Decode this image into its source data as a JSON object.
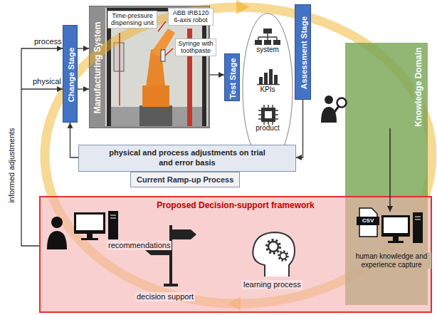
{
  "diagram": {
    "nodes": [
      {
        "text": [
          "Change Stage"
        ]
      },
      {
        "text": [
          "Manufacturing System"
        ]
      },
      {
        "text": [
          "Test Stage"
        ]
      },
      {
        "text": [
          "system",
          "KPIs",
          "product"
        ]
      },
      {
        "text": [
          "Assessment Stage"
        ]
      },
      {
        "text": [
          "Knowledge Domain"
        ]
      },
      {
        "text": [
          "physical and process adjustments on trial and error basis"
        ]
      },
      {
        "text": [
          "Current Ramp-up Process"
        ]
      },
      {
        "text": [
          "Proposed Decision-support framework"
        ]
      }
    ],
    "edges": [
      {
        "from": 0,
        "to": 1,
        "arrow": "to"
      },
      {
        "from": 0,
        "to": 1,
        "arrow": "to"
      },
      {
        "from": 1,
        "to": 2,
        "arrow": "to"
      },
      {
        "from": 4,
        "to": 6,
        "arrow": "to"
      },
      {
        "from": 6,
        "to": 0,
        "arrow": "to"
      },
      {
        "from": 8,
        "to": 0,
        "label": "informed adjustments",
        "arrow": "to"
      }
    ],
    "labels": [
      "process",
      "physical",
      "Time-pressure dispensing unit",
      "ABB IRB120 6-axis robot",
      "Syringe with toothpaste",
      "CSV",
      "human knowledge and experience capture",
      "learning process",
      "decision support",
      "recommendations"
    ]
  }
}
